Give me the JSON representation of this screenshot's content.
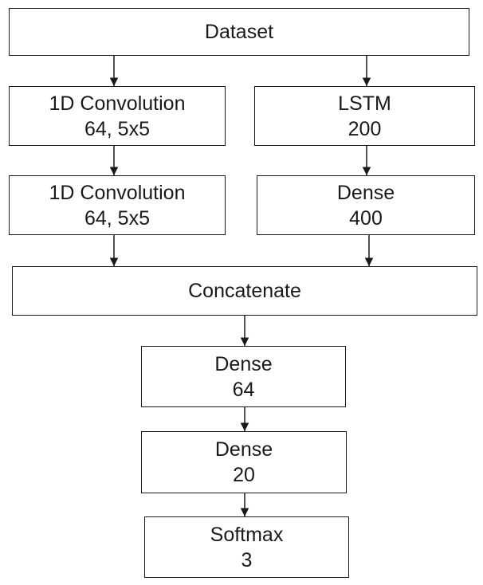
{
  "nodes": {
    "dataset": {
      "line1": "Dataset"
    },
    "conv1": {
      "line1": "1D Convolution",
      "line2": "64, 5x5"
    },
    "conv2": {
      "line1": "1D Convolution",
      "line2": "64, 5x5"
    },
    "lstm": {
      "line1": "LSTM",
      "line2": "200"
    },
    "dense400": {
      "line1": "Dense",
      "line2": "400"
    },
    "concatenate": {
      "line1": "Concatenate"
    },
    "dense64": {
      "line1": "Dense",
      "line2": "64"
    },
    "dense20": {
      "line1": "Dense",
      "line2": "20"
    },
    "softmax": {
      "line1": "Softmax",
      "line2": "3"
    }
  },
  "edges": [
    {
      "from": "dataset",
      "to": "conv1"
    },
    {
      "from": "dataset",
      "to": "lstm"
    },
    {
      "from": "conv1",
      "to": "conv2"
    },
    {
      "from": "lstm",
      "to": "dense400"
    },
    {
      "from": "conv2",
      "to": "concatenate"
    },
    {
      "from": "dense400",
      "to": "concatenate"
    },
    {
      "from": "concatenate",
      "to": "dense64"
    },
    {
      "from": "dense64",
      "to": "dense20"
    },
    {
      "from": "dense20",
      "to": "softmax"
    }
  ]
}
